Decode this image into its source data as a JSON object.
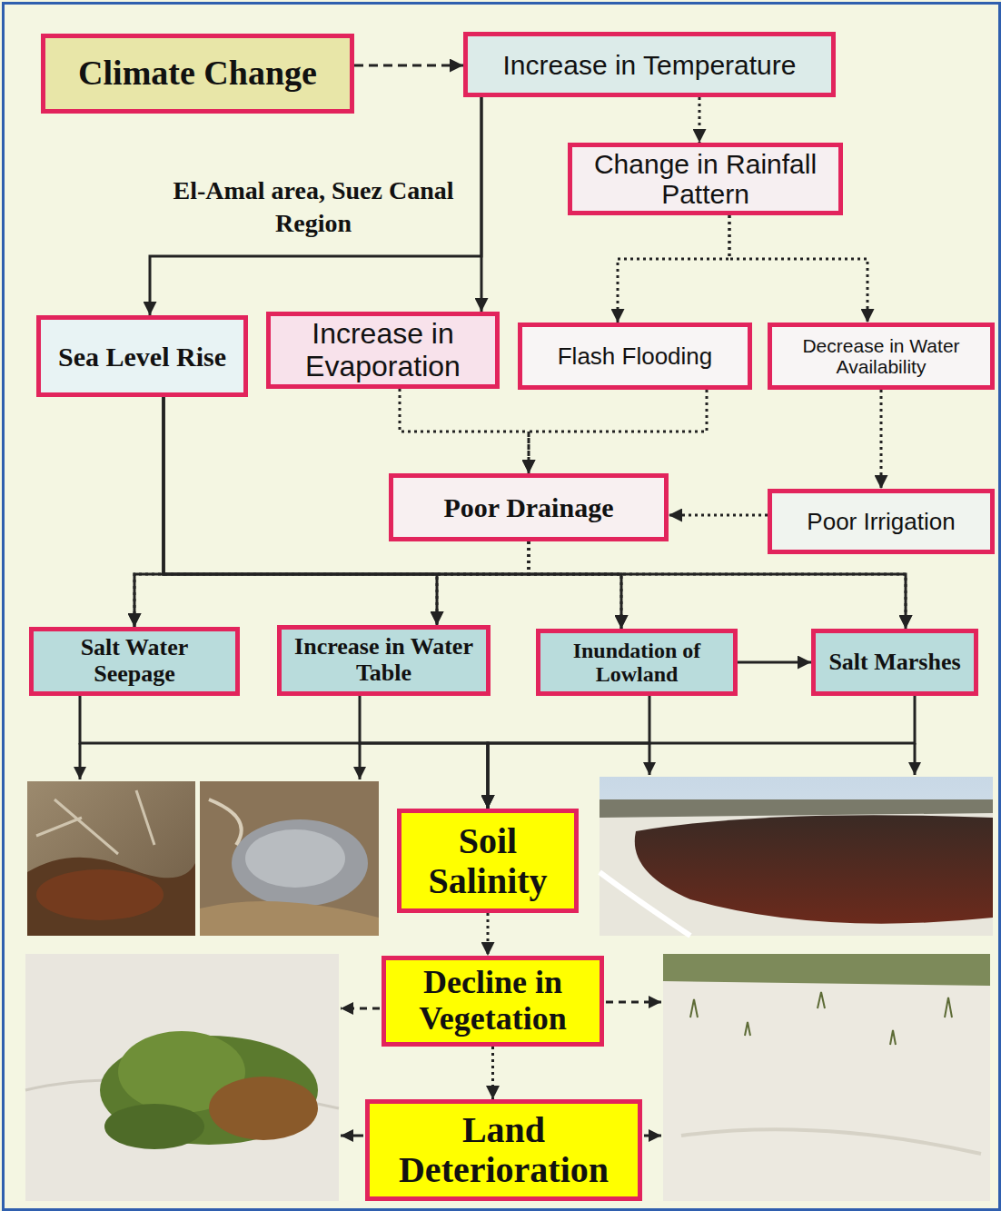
{
  "diagram": {
    "nodes": [
      {
        "text": [
          "Climate Change"
        ]
      },
      {
        "text": [
          "Increase in Temperature"
        ]
      },
      {
        "text": [
          "Change in Rainfall Pattern"
        ]
      },
      {
        "text": [
          "Sea Level Rise"
        ]
      },
      {
        "text": [
          "Increase in Evaporation"
        ]
      },
      {
        "text": [
          "Flash Flooding"
        ]
      },
      {
        "text": [
          "Decrease in Water Availability"
        ]
      },
      {
        "text": [
          "Poor Drainage"
        ]
      },
      {
        "text": [
          "Poor Irrigation"
        ]
      },
      {
        "text": [
          "Salt Water Seepage"
        ]
      },
      {
        "text": [
          "Increase in Water Table"
        ]
      },
      {
        "text": [
          "Inundation of Lowland"
        ]
      },
      {
        "text": [
          "Salt Marshes"
        ]
      },
      {
        "text": [
          "Soil Salinity"
        ]
      },
      {
        "text": [
          "Decline in Vegetation"
        ]
      },
      {
        "text": [
          "Land Deterioration"
        ]
      }
    ],
    "edges": [
      {
        "from": 0,
        "to": 1,
        "arrow": "to"
      },
      {
        "from": 1,
        "to": 2,
        "arrow": "to"
      },
      {
        "from": 1,
        "to": 3,
        "arrow": "to"
      },
      {
        "from": 1,
        "to": 4,
        "arrow": "to"
      },
      {
        "from": 2,
        "to": 5,
        "arrow": "to"
      },
      {
        "from": 2,
        "to": 6,
        "arrow": "to"
      },
      {
        "from": 4,
        "to": 7,
        "arrow": "to"
      },
      {
        "from": 5,
        "to": 7,
        "arrow": "to"
      },
      {
        "from": 6,
        "to": 8,
        "arrow": "to"
      },
      {
        "from": 8,
        "to": 7,
        "arrow": "to"
      },
      {
        "from": 3,
        "to": 9,
        "arrow": "to"
      },
      {
        "from": 3,
        "to": 10,
        "arrow": "to"
      },
      {
        "from": 3,
        "to": 11,
        "arrow": "to"
      },
      {
        "from": 3,
        "to": 12,
        "arrow": "to"
      },
      {
        "from": 7,
        "to": 9,
        "arrow": "to"
      },
      {
        "from": 7,
        "to": 10,
        "arrow": "to"
      },
      {
        "from": 7,
        "to": 11,
        "arrow": "to"
      },
      {
        "from": 7,
        "to": 12,
        "arrow": "to"
      },
      {
        "from": 11,
        "to": 12,
        "arrow": "to"
      },
      {
        "from": 9,
        "to": 13,
        "arrow": "to"
      },
      {
        "from": 10,
        "to": 13,
        "arrow": "to"
      },
      {
        "from": 11,
        "to": 13,
        "arrow": "to"
      },
      {
        "from": 12,
        "to": 13,
        "arrow": "to"
      },
      {
        "from": 13,
        "to": 14,
        "arrow": "to"
      },
      {
        "from": 14,
        "to": 15,
        "arrow": "to"
      }
    ],
    "labels": [
      "El-Amal area, Suez Canal Region"
    ]
  }
}
